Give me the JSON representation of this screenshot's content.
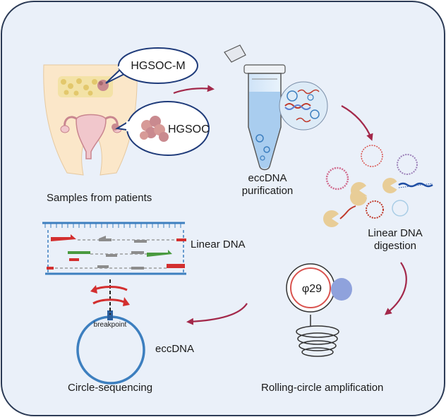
{
  "panel": {
    "background": "#eaf0f9",
    "border": "#2b3a55"
  },
  "patients": {
    "bubble_metastasis": "HGSOC-M",
    "bubble_primary": "HGSOC",
    "caption": "Samples from patients"
  },
  "purification": {
    "caption_line1": "eccDNA",
    "caption_line2": "purification"
  },
  "digestion": {
    "caption_line1": "Linear DNA",
    "caption_line2": "digestion"
  },
  "amplification": {
    "enzyme": "φ29",
    "caption": "Rolling-circle amplification"
  },
  "sequencing": {
    "linear_label": "Linear DNA",
    "breakpoint_label": "breakpoint",
    "eccdna_label": "eccDNA",
    "caption": "Circle-sequencing"
  },
  "colors": {
    "arrow": "#a3284a",
    "circle": "#3d7fbf",
    "read_red": "#d32f2f",
    "read_green": "#4a9a3f"
  },
  "icons": [
    "pelvis-illustration",
    "tumor-icon",
    "microtube-icon",
    "dna-circle-icon",
    "exonuclease-icon",
    "polymerase-icon",
    "coil-icon"
  ]
}
